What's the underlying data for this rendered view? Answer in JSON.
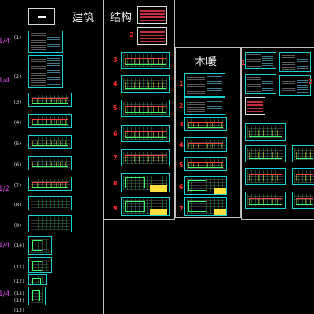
{
  "categories": {
    "architecture": "建筑",
    "structure": "结构",
    "hvac": "木暖"
  },
  "arch_indices": [
    "(1)",
    "(2)",
    "(3)",
    "(4)",
    "(5)",
    "(6)",
    "(7)",
    "(8)",
    "(9)",
    "(10)",
    "(11)",
    "(12)",
    "(13)",
    "(14)",
    "(15)"
  ],
  "scales": [
    "1/4",
    "1/4",
    "1/2",
    "1/4",
    "1/4"
  ],
  "struct_numbers": [
    "2",
    "3",
    "4",
    "5",
    "6",
    "7",
    "8",
    "9"
  ],
  "hvac_numbers": [
    "1",
    "2",
    "3",
    "4",
    "5",
    "6",
    "7"
  ],
  "other_numbers": [
    "1",
    "2"
  ],
  "colors": {
    "frame": "#bfbfbf",
    "sheet_border": "#19d3d3",
    "sheet_number": "#ff2a2a",
    "scale_label": "#d040e0",
    "background": "#000000"
  }
}
